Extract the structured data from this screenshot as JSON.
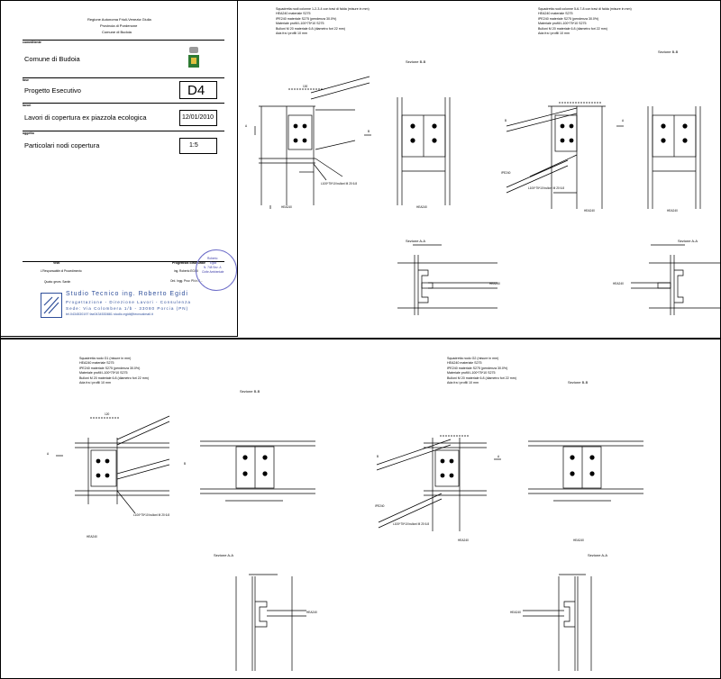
{
  "title_block": {
    "header": [
      "Regione Autonoma Friuli-Venezia Giulia",
      "Provincia di Pordenone",
      "Comune di Budoia"
    ],
    "client_label": "committente",
    "client": "Comune di Budoia",
    "phase_label": "fase",
    "phase": "Progetto Esecutivo",
    "drawing_no": "D4",
    "object_label": "lavori",
    "object": "Lavori di copertura ex piazzola ecologica",
    "date": "12/01/2010",
    "subject_label": "oggetto",
    "subject": "Particolari nodi copertura",
    "scale": "1:5",
    "visa_label": "Visti",
    "visa_line1": "L'Responsabile di Procedimento",
    "visa_line2": "Quata: geom. Santin",
    "designer_label": "Progettista Strutturale",
    "designer_line1": "ing. Roberto EGIDI",
    "designer_line2": "Ord. Ingg. Prov. PN n.4...",
    "stamp_text": [
      "Roberto",
      "Egidi",
      "N. 748 Sez. A",
      "Civile Ambientale"
    ],
    "studio_name": "Studio Tecnico ing. Roberto Egidi",
    "studio_sub": "Progettazione - Direzione Lavori - Consulenza",
    "studio_addr": "Sede: Via Colombera 1/b - 33080 Porcia (PN)",
    "studio_contact": "tel.0434530197 fax0434530881 studio.egidi@tecnoalmail.it"
  },
  "details": [
    {
      "notes": [
        "Squadretta nodi colonne 1-2-3-4 con travi di falda (misure in mm)",
        "HEA240 materiale S275",
        "IPE240 materiale S275 (pendenza 30.0%)",
        "Materiale profili L100*75*10 S275",
        "Bulloni M 20 materiale 6.8 (diametro fori 22 mm)",
        "Ada fra i profili 10 mm"
      ],
      "section_bb": "Sezione B-B",
      "section_aa": "Sezione A-A",
      "hea": "HEA240",
      "angle": "L100*75*10 bulloni M 20 6.8"
    },
    {
      "notes": [
        "Squadretta nodi colonne 5-6-7-8 con travi di falda (misure in mm)",
        "HEA240 materiale S275",
        "IPE240 materiale S275 (pendenza 30.0%)",
        "Materiale profili L100*75*10 S275",
        "Bulloni M 20 materiale 6.8 (diametro fori 22 mm)",
        "Ada fra i profili 10 mm"
      ],
      "section_bb": "Sezione B-B",
      "section_aa": "Sezione A-A",
      "hea": "HEA240",
      "ipe": "IPE240",
      "angle": "L100*75*10 bulloni M 20 6.8"
    },
    {
      "notes": [
        "Squadretta nodo G1 (misure in mm)",
        "HEA240 materiale S275",
        "IPE240 materiale S275 (pendenza 30.0%)",
        "Materiale profili L100*75*10 S275",
        "Bulloni M 20 materiale 6.8 (diametro fori 22 mm)",
        "Ada fra i profili 10 mm"
      ],
      "section_bb": "Sezione B-B",
      "section_aa": "Sezione A-A",
      "hea": "HEA240",
      "angle": "L100*75*10 bulloni M 20 6.8"
    },
    {
      "notes": [
        "Squadretta nodo G2 (misure in mm)",
        "HEA240 materiale S275",
        "IPE240 materiale S275 (pendenza 30.0%)",
        "Materiale profili L100*75*10 S275",
        "Bulloni M 20 materiale 6.8 (diametro fori 22 mm)",
        "Ada fra i profili 10 mm"
      ],
      "section_bb": "Sezione B-B",
      "section_aa": "Sezione A-A",
      "hea": "HEA240",
      "ipe": "IPE240",
      "angle": "L100*75*10 bulloni M 20 6.8"
    }
  ],
  "marker_a": "A",
  "marker_b": "B",
  "dims": [
    "100",
    "120",
    "50",
    "60",
    "50",
    "40",
    "20"
  ]
}
